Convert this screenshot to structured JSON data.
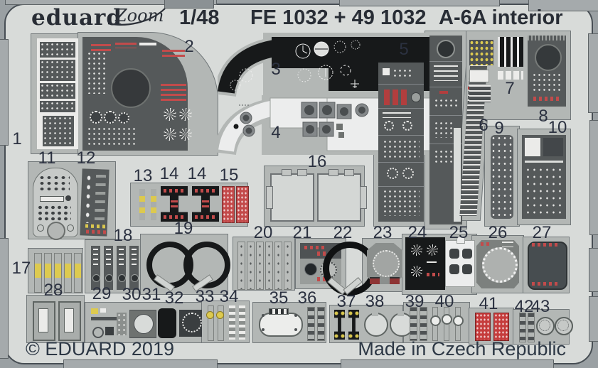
{
  "header": {
    "brand": "eduard",
    "logo": "Zoom",
    "scale": "1/48",
    "code": "FE 1032 + 49 1032",
    "title": "A-6A interior"
  },
  "footer": {
    "copyright": "© EDUARD 2019",
    "made_in": "Made in Czech Republic"
  },
  "colors": {
    "background": "#9aa0a3",
    "sheet": "#d8dbd9",
    "fret_plate": "#b3b7b5",
    "panel_dark": "#55595a",
    "panel_black": "#17191a",
    "detail_red": "#c24b4b",
    "detail_yellow": "#dcc94f",
    "text_navy": "#2b3140"
  },
  "part_labels": [
    "1",
    "2",
    "3",
    "4",
    "5",
    "6",
    "7",
    "8",
    "9",
    "10",
    "11",
    "12",
    "13",
    "14",
    "14",
    "15",
    "16",
    "17",
    "18",
    "19",
    "20",
    "21",
    "22",
    "23",
    "24",
    "25",
    "26",
    "27",
    "28",
    "29",
    "30",
    "31",
    "32",
    "33",
    "34",
    "35",
    "36",
    "37",
    "38",
    "39",
    "40",
    "41",
    "42",
    "43"
  ]
}
